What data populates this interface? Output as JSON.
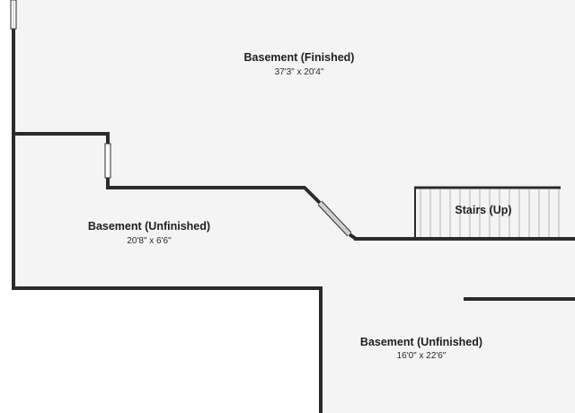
{
  "colors": {
    "floor": "#f4f4f4",
    "wall": "#2b2b2b",
    "background": "#ffffff",
    "stair_lines": "#b5b5b5",
    "window_glass": "#dddddd"
  },
  "rooms": [
    {
      "name": "Basement (Finished)",
      "dimensions": "37'3\" x 20'4\""
    },
    {
      "name": "Basement (Unfinished)",
      "dimensions": "20'8\" x 6'6\""
    },
    {
      "name": "Basement (Unfinished)",
      "dimensions": "16'0\" x 22'6\""
    }
  ],
  "stairs": {
    "label": "Stairs (Up)"
  }
}
